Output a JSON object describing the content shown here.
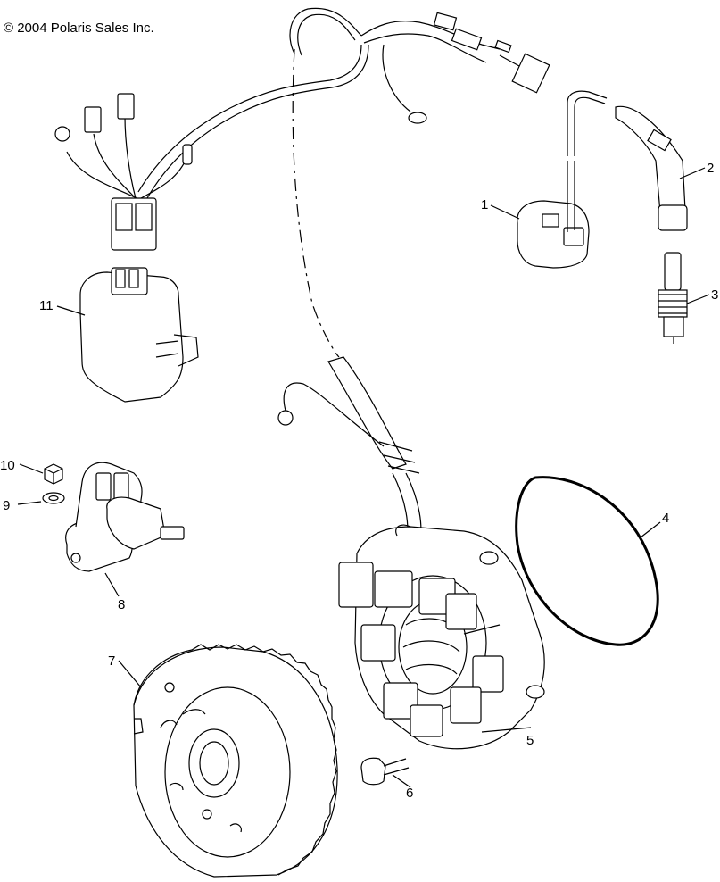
{
  "copyright": "© 2004 Polaris Sales Inc.",
  "callouts": [
    {
      "id": "1",
      "label": "1",
      "part": "ignition-coil"
    },
    {
      "id": "2",
      "label": "2",
      "part": "spark-plug-cap"
    },
    {
      "id": "3",
      "label": "3",
      "part": "spark-plug"
    },
    {
      "id": "4",
      "label": "4",
      "part": "o-ring"
    },
    {
      "id": "5",
      "label": "5",
      "part": "stator"
    },
    {
      "id": "6",
      "label": "6",
      "part": "bolt"
    },
    {
      "id": "7",
      "label": "7",
      "part": "flywheel"
    },
    {
      "id": "8",
      "label": "8",
      "part": "starter-solenoid-bracket"
    },
    {
      "id": "9",
      "label": "9",
      "part": "washer"
    },
    {
      "id": "10",
      "label": "10",
      "part": "nut"
    },
    {
      "id": "11",
      "label": "11",
      "part": "cdi-box"
    }
  ]
}
